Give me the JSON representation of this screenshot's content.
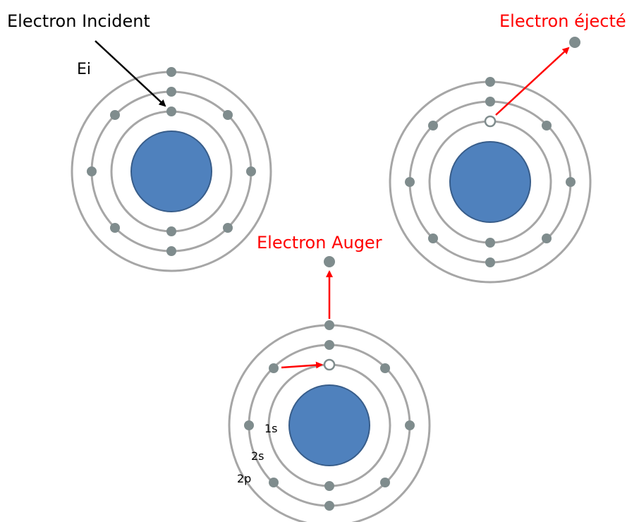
{
  "labels": {
    "incident_electron": "Electron Incident",
    "incident_energy": "Ei",
    "ejected_electron": "Electron éjecté",
    "auger_electron": "Electron Auger",
    "shell_1s": "1s",
    "shell_2s": "2s",
    "shell_2p": "2p"
  },
  "colors": {
    "nucleus": "#4f81bd",
    "orbit": "#a6a6a6",
    "electron": "#7f8c8d",
    "hole": "#ffffff",
    "incident_arrow": "#000000",
    "emission_arrow": "#ff0000",
    "emission_text": "#ff0000",
    "incident_text": "#000000"
  }
}
